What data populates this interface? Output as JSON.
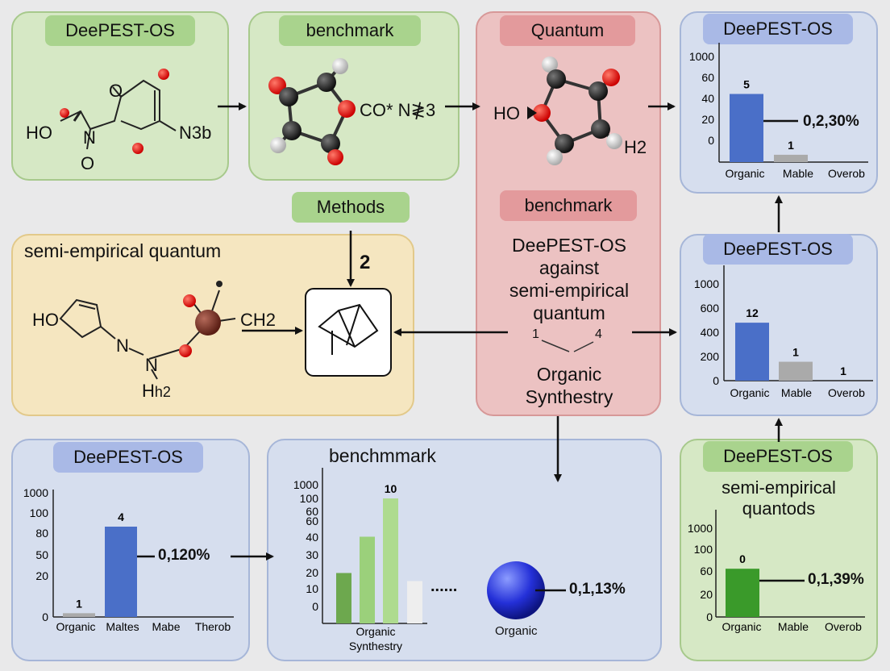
{
  "panels": {
    "p1": {
      "tag": "DeePEST-OS",
      "labels": {
        "ho": "HO",
        "n": "N",
        "o": "O",
        "o2": "O",
        "n3b": "N3b"
      }
    },
    "p2": {
      "tag": "benchmark",
      "formula": "CO* N≹3"
    },
    "p3": {
      "tag": "Quantum",
      "ho": "HO",
      "h2": "H2"
    },
    "methods": {
      "tag": "Methods",
      "step": "2"
    },
    "semi": {
      "title": "semi-empirical quantum",
      "ho": "HO",
      "n1": "N",
      "n2": "N",
      "h": "H",
      "h2sub": "h2",
      "ch": "CH2"
    },
    "center": {
      "tag": "benchmark",
      "line1": "DeePEST-OS",
      "line2": "against",
      "line3": "semi-empirical",
      "line4": "quantum",
      "n1": "1",
      "n4": "4",
      "line5": "Organic",
      "line6": "Synthestry"
    },
    "bottomMid": {
      "title": "benchmmark",
      "dots": "......",
      "sphere_label": "Organic",
      "pct": "0,1,13%"
    }
  },
  "charts_meta": {
    "topRight": {
      "tag": "DeePEST-OS",
      "pct": "0,2,30%"
    },
    "midRight": {
      "tag": "DeePEST-OS"
    },
    "bottomRight": {
      "tag": "DeePEST-OS",
      "sub1": "semi-empirical",
      "sub2": "quantods",
      "pct": "0,1,39%"
    },
    "bottomLeft": {
      "tag": "DeePEST-OS",
      "pct": "0,120%"
    }
  },
  "colors": {
    "blue_bar": "#4a6fc8",
    "gray_bar": "#a8a8a8",
    "green_bar": "#3a9a2a"
  },
  "chart_data": [
    {
      "type": "bar",
      "id": "topRight",
      "yticks": [
        "1000",
        "60",
        "40",
        "20",
        "0"
      ],
      "categories": [
        "Organic",
        "Mable",
        "Overob"
      ],
      "values": [
        65,
        7,
        0
      ],
      "labels": [
        "5",
        "1",
        ""
      ],
      "ylim": [
        0,
        100
      ]
    },
    {
      "type": "bar",
      "id": "midRight",
      "yticks": [
        "1000",
        "600",
        "400",
        "200",
        "0"
      ],
      "categories": [
        "Organic",
        "Mable",
        "Overob"
      ],
      "values": [
        460,
        150,
        0
      ],
      "labels": [
        "12",
        "1",
        "1"
      ],
      "ylim": [
        0,
        800
      ]
    },
    {
      "type": "bar",
      "id": "bottomRight",
      "yticks": [
        "1000",
        "100",
        "60",
        "20",
        "0"
      ],
      "categories": [
        "Organic",
        "Mable",
        "Overob"
      ],
      "values": [
        52,
        0,
        0
      ],
      "labels": [
        "0",
        "",
        ""
      ],
      "ylim": [
        0,
        100
      ]
    },
    {
      "type": "bar",
      "id": "bottomLeft",
      "yticks": [
        "1000",
        "100",
        "80",
        "50",
        "20",
        "0"
      ],
      "categories": [
        "Organic",
        "Maltes",
        "Mabe",
        "Therob"
      ],
      "values": [
        4,
        96,
        0,
        0
      ],
      "labels": [
        "1",
        "4",
        "",
        ""
      ],
      "ylim": [
        0,
        120
      ]
    },
    {
      "type": "bar",
      "id": "bottomMid",
      "yticks": [
        "1000",
        "100",
        "60",
        "60",
        "40",
        "30",
        "20",
        "10",
        "0"
      ],
      "categories": [
        "Organic Synthestry"
      ],
      "values": [
        25,
        43,
        62,
        21
      ],
      "labels": [
        "",
        "",
        "10",
        ""
      ],
      "xlabel1": "Organic",
      "xlabel2": "Synthestry"
    }
  ]
}
